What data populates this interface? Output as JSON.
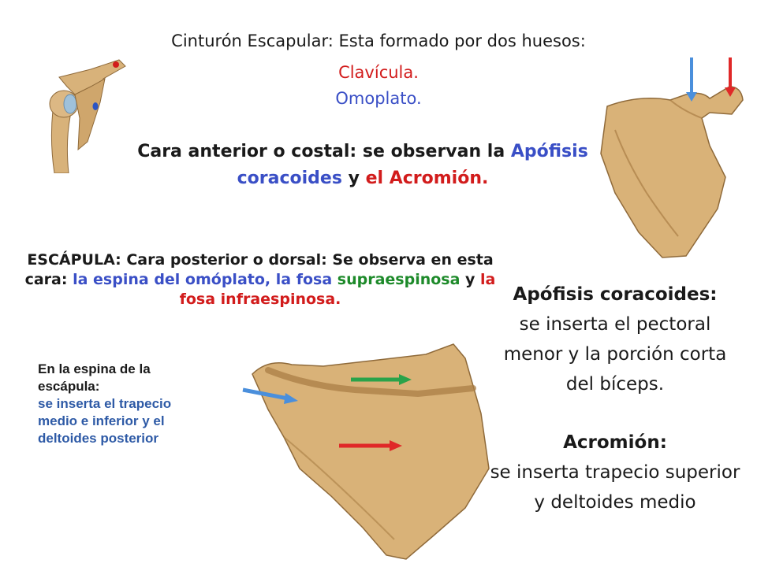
{
  "heading": {
    "intro": "Cinturón Escapular: Esta formado por dos huesos:",
    "clavicula": "Clavícula.",
    "omoplato": "Omoplato."
  },
  "anterior": {
    "prefix": "Cara anterior o costal: se observan la ",
    "apofisis": "Apófisis coracoides",
    "conjunction": " y ",
    "acromion": "el Acromión."
  },
  "posterior": {
    "prefix": "ESCÁPULA: Cara posterior o dorsal: Se observa en esta cara: ",
    "espina": "la espina del omóplato,",
    "fosa_word": " la fosa ",
    "supra": "supraespinosa",
    "y": " y ",
    "infra": "la fosa infraespinosa."
  },
  "espina_note": {
    "intro": "En la espina de la escápula:",
    "detail": "se inserta el trapecio medio e inferior y el deltoides posterior"
  },
  "coracoides_note": {
    "title": "Apófisis coracoides:",
    "body": "se inserta el pectoral menor y la porción corta del bíceps."
  },
  "acromion_note": {
    "title": "Acromión:",
    "body": "se inserta trapecio superior y deltoides medio"
  },
  "colors": {
    "blue": "#3a4fc6",
    "red": "#d21c1c",
    "green": "#1d8a2a",
    "bone": "#d9b278",
    "bone_shadow": "#a97e45"
  }
}
